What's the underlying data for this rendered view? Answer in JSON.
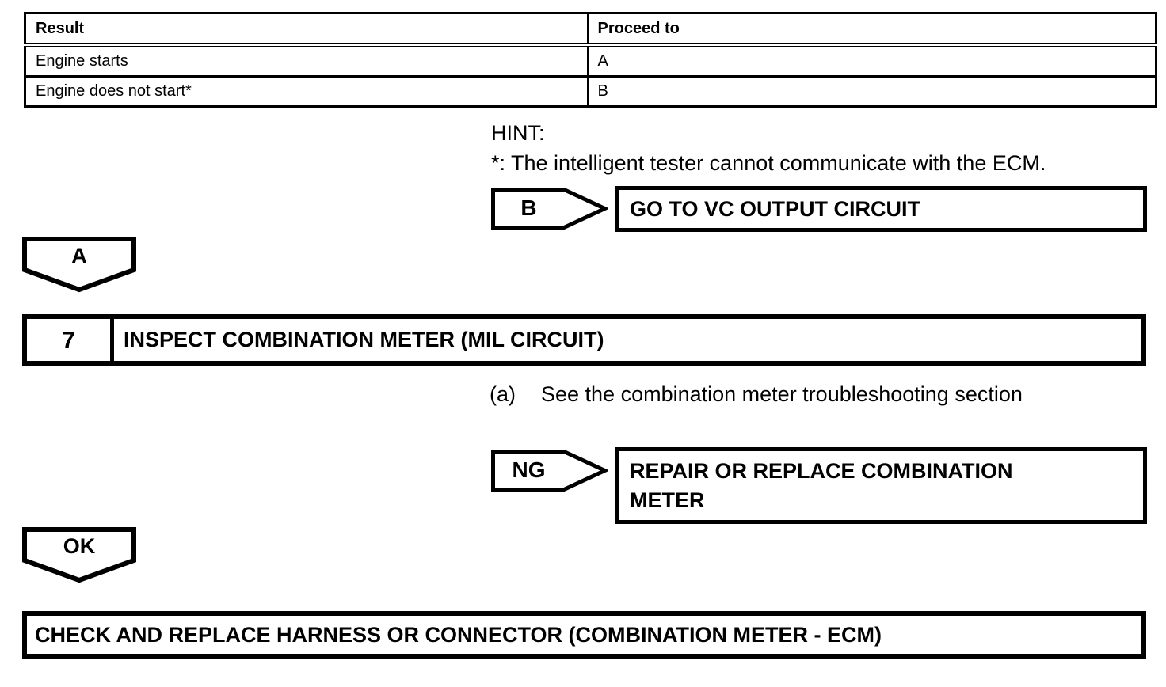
{
  "page": {
    "background": "#ffffff",
    "ink": "#000000"
  },
  "results_table": {
    "headers": [
      "Result",
      "Proceed to"
    ],
    "rows": [
      {
        "result": "Engine starts",
        "proceed_to": "A"
      },
      {
        "result": "Engine does not start*",
        "proceed_to": "B"
      }
    ]
  },
  "hint": {
    "label": "HINT:",
    "text": "*: The intelligent tester cannot communicate with the ECM."
  },
  "branch_b": {
    "connector_label": "B",
    "action": "GO TO VC OUTPUT CIRCUIT"
  },
  "connector_a": {
    "label": "A"
  },
  "step": {
    "number": "7",
    "title": "INSPECT COMBINATION METER (MIL CIRCUIT)",
    "substep_label": "(a)",
    "substep_text": "See the combination meter troubleshooting section"
  },
  "branch_ng": {
    "connector_label": "NG",
    "action": "REPAIR OR REPLACE COMBINATION METER"
  },
  "connector_ok": {
    "label": "OK"
  },
  "final_action": {
    "text": "CHECK AND REPLACE HARNESS OR CONNECTOR (COMBINATION METER - ECM)"
  }
}
